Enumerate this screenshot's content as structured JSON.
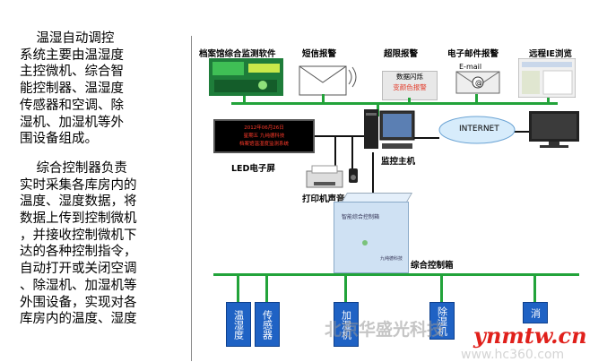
{
  "description": {
    "paragraph1": "    温湿自动调控\n系统主要由温湿度\n主控微机、综合智\n能控制器、温湿度\n传感器和空调、除\n湿机、加湿机等外\n围设备组成。",
    "paragraph2": "    综合控制器负责\n实时采集各库房内的\n温度、湿度数据，将\n数据上传到控制微机\n，并接收控制微机下\n达的各种控制指令，\n自动打开或关闭空调\n、除湿机、加湿机等\n外围设备，实现对各\n库房内的温度、湿度"
  },
  "diagram": {
    "top_labels": [
      "档案馆综合监测软件",
      "短信报警",
      "超限报警",
      "电子邮件报警",
      "远程IE浏览"
    ],
    "alarm_box": [
      "数据闪烁",
      "变颜色报警"
    ],
    "email_label": "E-mail",
    "internet": "INTERNET",
    "led_label": "LED电子屏",
    "led_text": [
      "2012年06月26日",
      "星期五 九纯德科技",
      "档案馆温湿度监测系统"
    ],
    "host_label": "监控主机",
    "printer_label": "打印机声音报警",
    "cabinet_screen_text": "智能综合控制箱",
    "cabinet_brand": "九纯德科技",
    "cabinet_label": "综合控制箱",
    "devices": [
      "温湿度",
      "传感器",
      "加湿机",
      "除湿机",
      "消"
    ]
  },
  "watermarks": [
    "北京华盛光科技",
    "ynmtw.cn",
    "www.hc360.com"
  ],
  "colors": {
    "bus": "#22a33a",
    "device_blue": "#1f62c4",
    "led_red": "#ff3a2a",
    "alarm_red": "#e23b2a"
  }
}
